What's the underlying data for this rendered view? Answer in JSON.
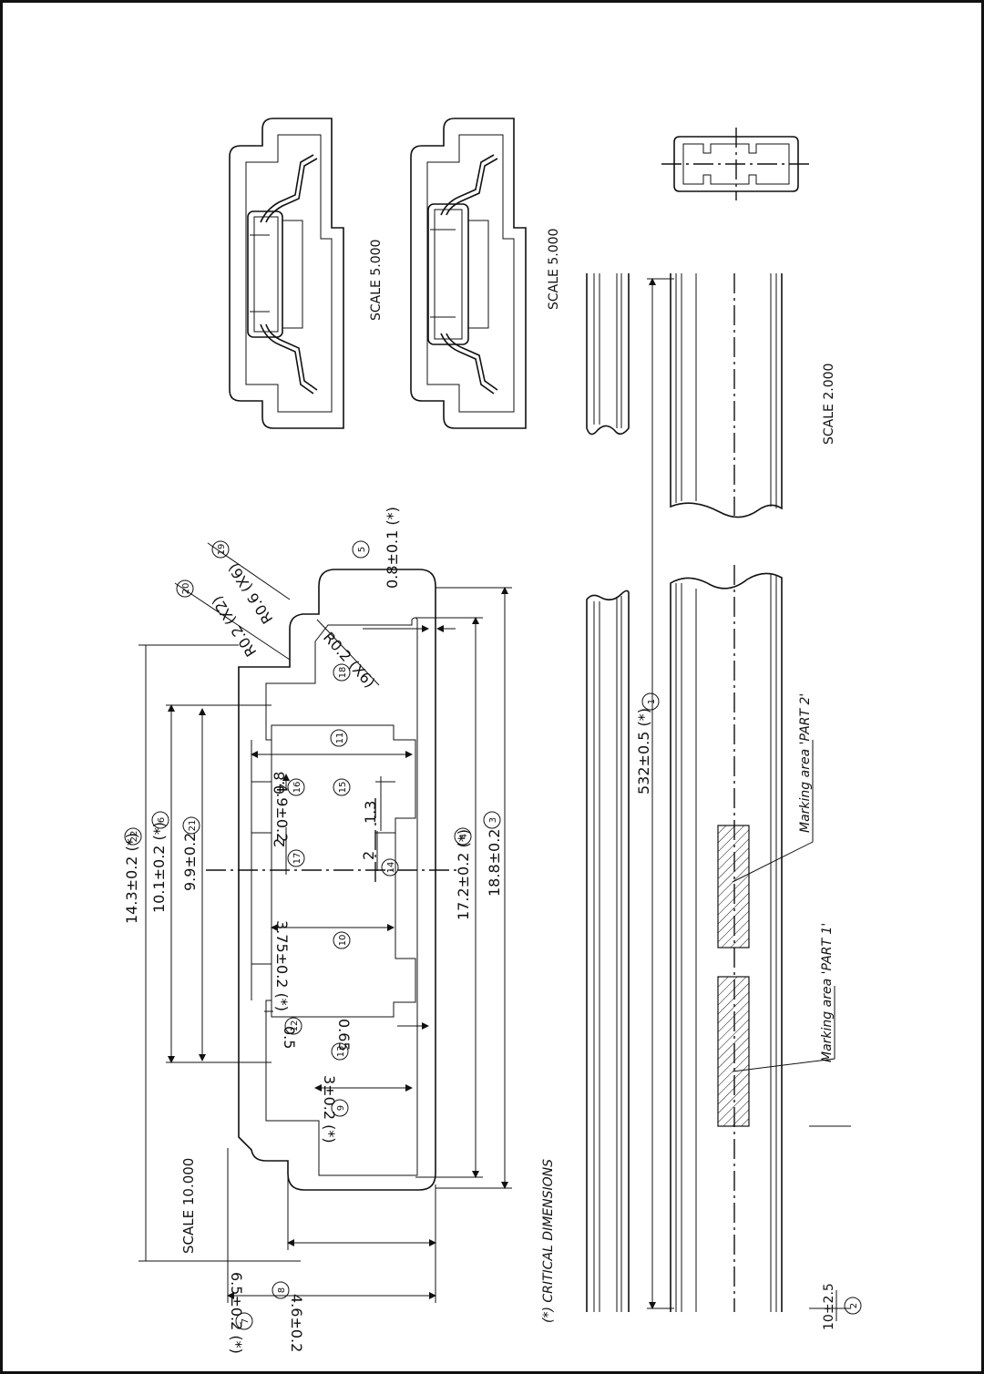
{
  "scales": {
    "cross_section": "SCALE  10.000",
    "upper_view": "SCALE  5.000",
    "lower_view": "SCALE  5.000",
    "tube": "SCALE  2.000"
  },
  "notes": {
    "critical": "(*) CRITICAL DIMENSIONS"
  },
  "dimensions": {
    "d22": "14.3±0.2 (*)",
    "d6": "10.1±0.2 (*)",
    "d21": "9.9±0.2",
    "d4": "17.2±0.2 (*)",
    "d3": "18.8±0.2",
    "d5": "0.8±0.1 (*)",
    "d19": "R0.6 (X6)",
    "d20": "R0.2 (X2)",
    "d18": "R0.2 (X6)",
    "d11": "4.9±0.2",
    "d16": "0.8",
    "d15": "1.3",
    "d17": "2",
    "d14": "2",
    "d10": "3.75±0.2 (*)",
    "d12": "0.5",
    "d13": "0.65",
    "d9": "3±0.2 (*)",
    "d8": "4.6±0.2",
    "d7": "6.5±0.2 (*)",
    "d1": "532±0.5 (*)",
    "d2": "10±2.5"
  },
  "balloons": {
    "b1": "1",
    "b2": "2",
    "b3": "3",
    "b4": "4",
    "b5": "5",
    "b6": "6",
    "b7": "7",
    "b8": "8",
    "b9": "9",
    "b10": "10",
    "b11": "11",
    "b12": "12",
    "b13": "13",
    "b14": "14",
    "b15": "15",
    "b16": "16",
    "b17": "17",
    "b18": "18",
    "b19": "19",
    "b20": "20",
    "b21": "21",
    "b22": "22"
  },
  "markings": {
    "part1": "Marking area 'PART 1'",
    "part2": "Marking area 'PART 2'"
  }
}
